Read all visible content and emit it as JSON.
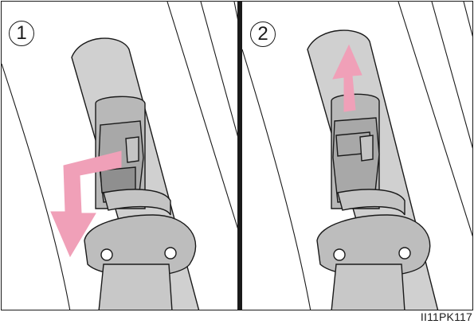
{
  "panels": [
    {
      "step_label": "1",
      "action_arrow_icon": "arrow-down-left-icon"
    },
    {
      "step_label": "2",
      "action_arrow_icon": "arrow-up-icon"
    }
  ],
  "figure_code": "II11PK117",
  "colors": {
    "outline": "#1a1a1a",
    "belt_fill": "#d0d0d0",
    "anchor_fill": "#a8a8a8",
    "button_fill": "#8f8f8f",
    "arrow_fill": "#f0a0b8"
  }
}
